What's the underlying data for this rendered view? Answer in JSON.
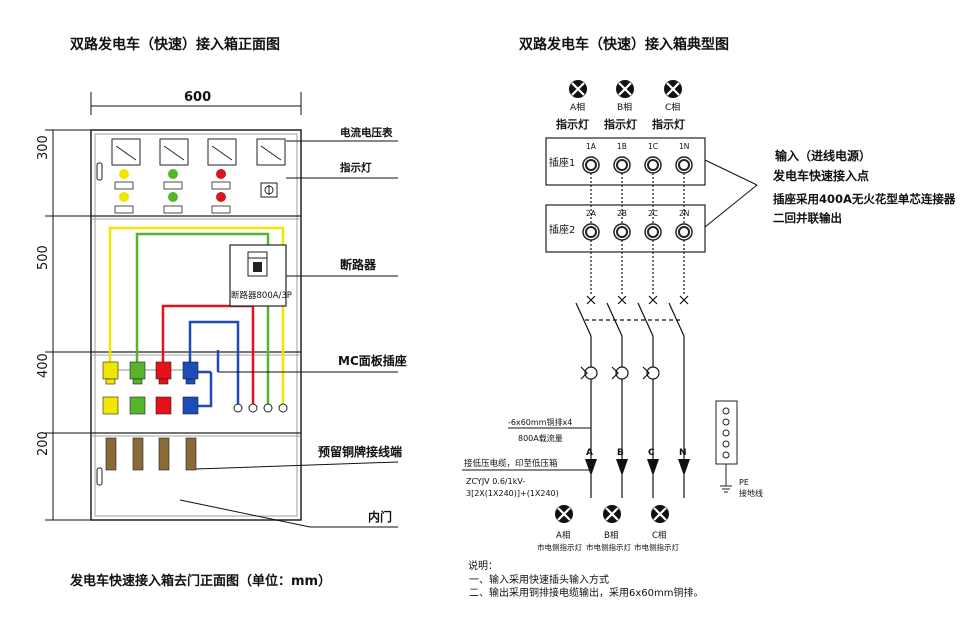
{
  "left": {
    "title": "双路发电车（快速）接入箱正面图",
    "width_dim": "600",
    "height_dims": [
      "300",
      "500",
      "400",
      "200"
    ],
    "callouts": {
      "meter": "电流电压表",
      "lamp": "指示灯",
      "breaker": "断路器",
      "mc_socket": "MC面板插座",
      "copper_terminal": "预留铜牌接线端",
      "inner_door": "内门"
    },
    "breaker_label": "断路器800A/3P",
    "caption": "发电车快速接入箱去门正面图（单位：mm）"
  },
  "right": {
    "title": "双路发电车（快速）接入箱典型图",
    "top_lamps": [
      "A相",
      "B相",
      "C相"
    ],
    "lamp_caption": "指示灯",
    "socket_row1_label": "插座1",
    "socket_row2_label": "插座2",
    "socket_row1": [
      "1A",
      "1B",
      "1C",
      "1N"
    ],
    "socket_row2": [
      "2A",
      "2B",
      "2C",
      "2N"
    ],
    "brace_notes": [
      "输入（进线电源）",
      "发电车快速接入点",
      "插座采用400A无火花型单芯连接器",
      "二回并联输出"
    ],
    "busbar_spec": "-6x60mm铜排x4",
    "busbar_current": "800A载流量",
    "cable_note1": "接低压电缆，印至低压箱",
    "cable_note2": "ZCYJV 0.6/1kV-",
    "cable_note3": "3[2X(1X240)]+(1X240)",
    "phase_labels": [
      "A",
      "B",
      "C",
      "N"
    ],
    "pe_label1": "PE",
    "pe_label2": "接地线",
    "bottom_lamps": [
      "A相",
      "B相",
      "C相"
    ],
    "bottom_lamp_caption": "市电侧指示灯",
    "notes_title": "说明：",
    "notes": [
      "一、输入采用快速插头输入方式",
      "二、输出采用铜排接电缆输出，采用6x60mm铜排。"
    ]
  },
  "colors": {
    "yellow": "#f1e600",
    "green": "#57b52b",
    "red": "#e8111b",
    "blue": "#1d4bb8",
    "brown": "#8b6a38",
    "lamp_on_red": "#d9151e"
  }
}
